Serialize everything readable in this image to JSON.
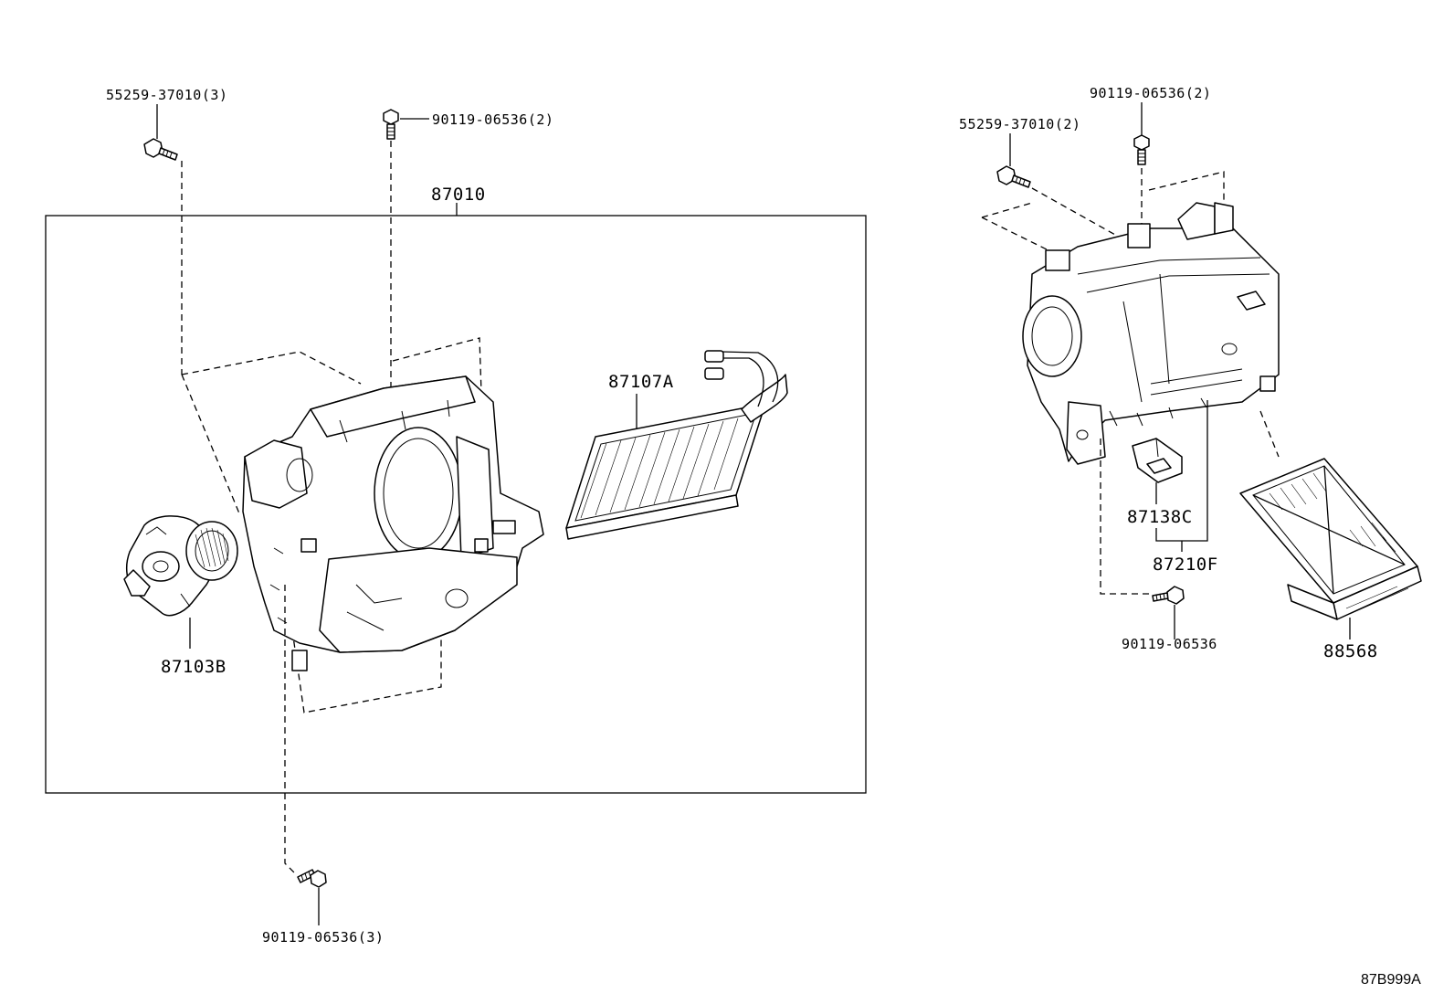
{
  "assembly_box_label": "87010",
  "callouts": {
    "screw_left_top": "55259-37010(3)",
    "bolt_center_top": "90119-06536(2)",
    "bolt_bottom_left": "90119-06536(3)",
    "blower_motor": "87103B",
    "heater_core": "87107A",
    "screw_right_top": "55259-37010(2)",
    "bolt_right_top": "90119-06536(2)",
    "resistor": "87138C",
    "blower_assy": "87210F",
    "bolt_right_bottom": "90119-06536",
    "filter": "88568"
  },
  "diagram_code": "87B999A"
}
